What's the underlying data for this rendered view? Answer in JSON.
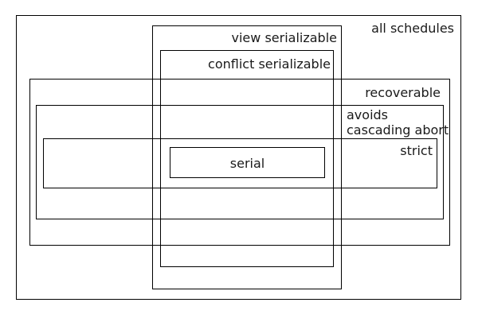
{
  "diagram": {
    "background_color": "#ffffff",
    "line_color": "#000000",
    "text_color": "#1a1a1a",
    "labels": {
      "all_schedules": "all schedules",
      "view_serializable": "view serializable",
      "conflict_serializable": "conflict serializable",
      "recoverable": "recoverable",
      "avoids_cascading_abort": "avoids\ncascading abort",
      "strict": "strict",
      "serial": "serial"
    }
  }
}
